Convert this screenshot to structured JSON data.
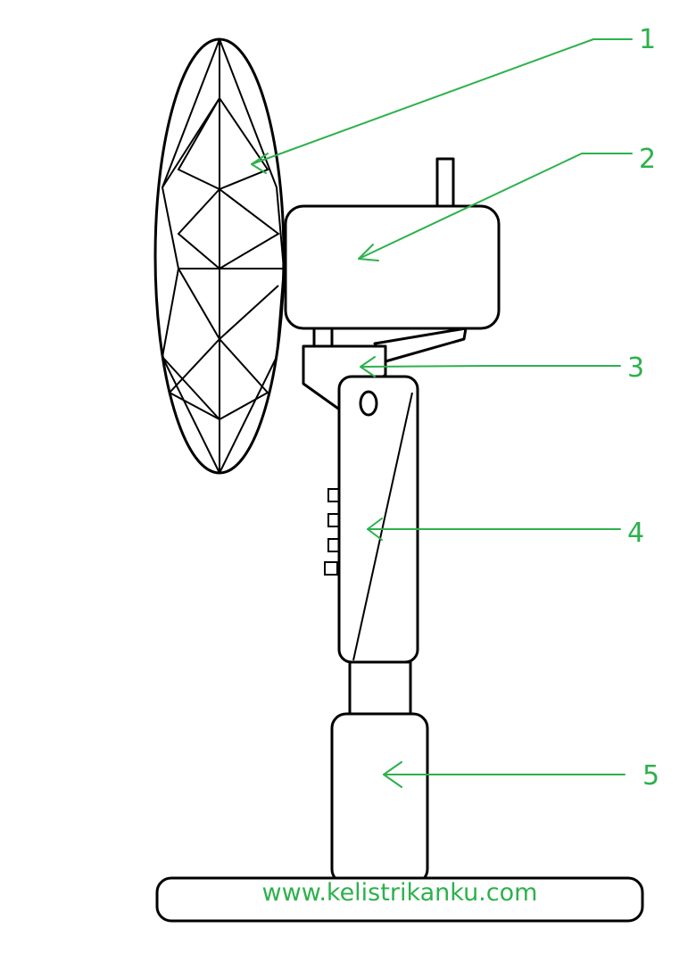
{
  "diagram": {
    "callouts": [
      {
        "id": "1",
        "label": "1"
      },
      {
        "id": "2",
        "label": "2"
      },
      {
        "id": "3",
        "label": "3"
      },
      {
        "id": "4",
        "label": "4"
      },
      {
        "id": "5",
        "label": "5"
      }
    ],
    "watermark": "www.kelistrikanku.com"
  },
  "colors": {
    "accent": "#2db14c",
    "line": "#000000",
    "background": "#ffffff"
  }
}
